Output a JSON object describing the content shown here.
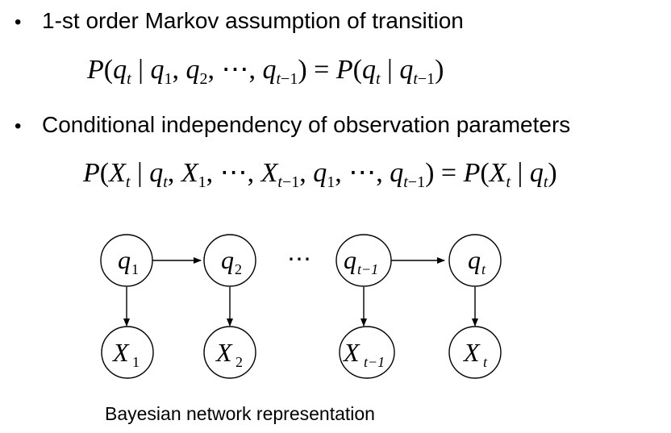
{
  "bullets": [
    {
      "text": "1-st order Markov assumption of transition",
      "formula": "P(q_t | q_1, q_2, ⋯, q_{t−1}) = P(q_t | q_{t−1})"
    },
    {
      "text": "Conditional independency of observation parameters",
      "formula": "P(X_t | q_t, X_1, ⋯, X_{t−1}, q_1, ⋯, q_{t−1}) = P(X_t | q_t)"
    }
  ],
  "bullet_glyph": "•",
  "diagram": {
    "ellipsis": "⋯",
    "state_nodes": [
      {
        "var": "q",
        "sub": "1"
      },
      {
        "var": "q",
        "sub": "2"
      },
      {
        "var": "q",
        "sub": "t−1"
      },
      {
        "var": "q",
        "sub": "t"
      }
    ],
    "observation_nodes": [
      {
        "var": "X",
        "sub": "1"
      },
      {
        "var": "X",
        "sub": "2"
      },
      {
        "var": "X",
        "sub": "t−1"
      },
      {
        "var": "X",
        "sub": "t"
      }
    ],
    "edges": [
      {
        "from": "q_1",
        "to": "q_2"
      },
      {
        "from": "q_{t−1}",
        "to": "q_t"
      },
      {
        "from": "q_1",
        "to": "X_1"
      },
      {
        "from": "q_2",
        "to": "X_2"
      },
      {
        "from": "q_{t−1}",
        "to": "X_{t−1}"
      },
      {
        "from": "q_t",
        "to": "X_t"
      }
    ]
  },
  "caption": "Bayesian network representation"
}
